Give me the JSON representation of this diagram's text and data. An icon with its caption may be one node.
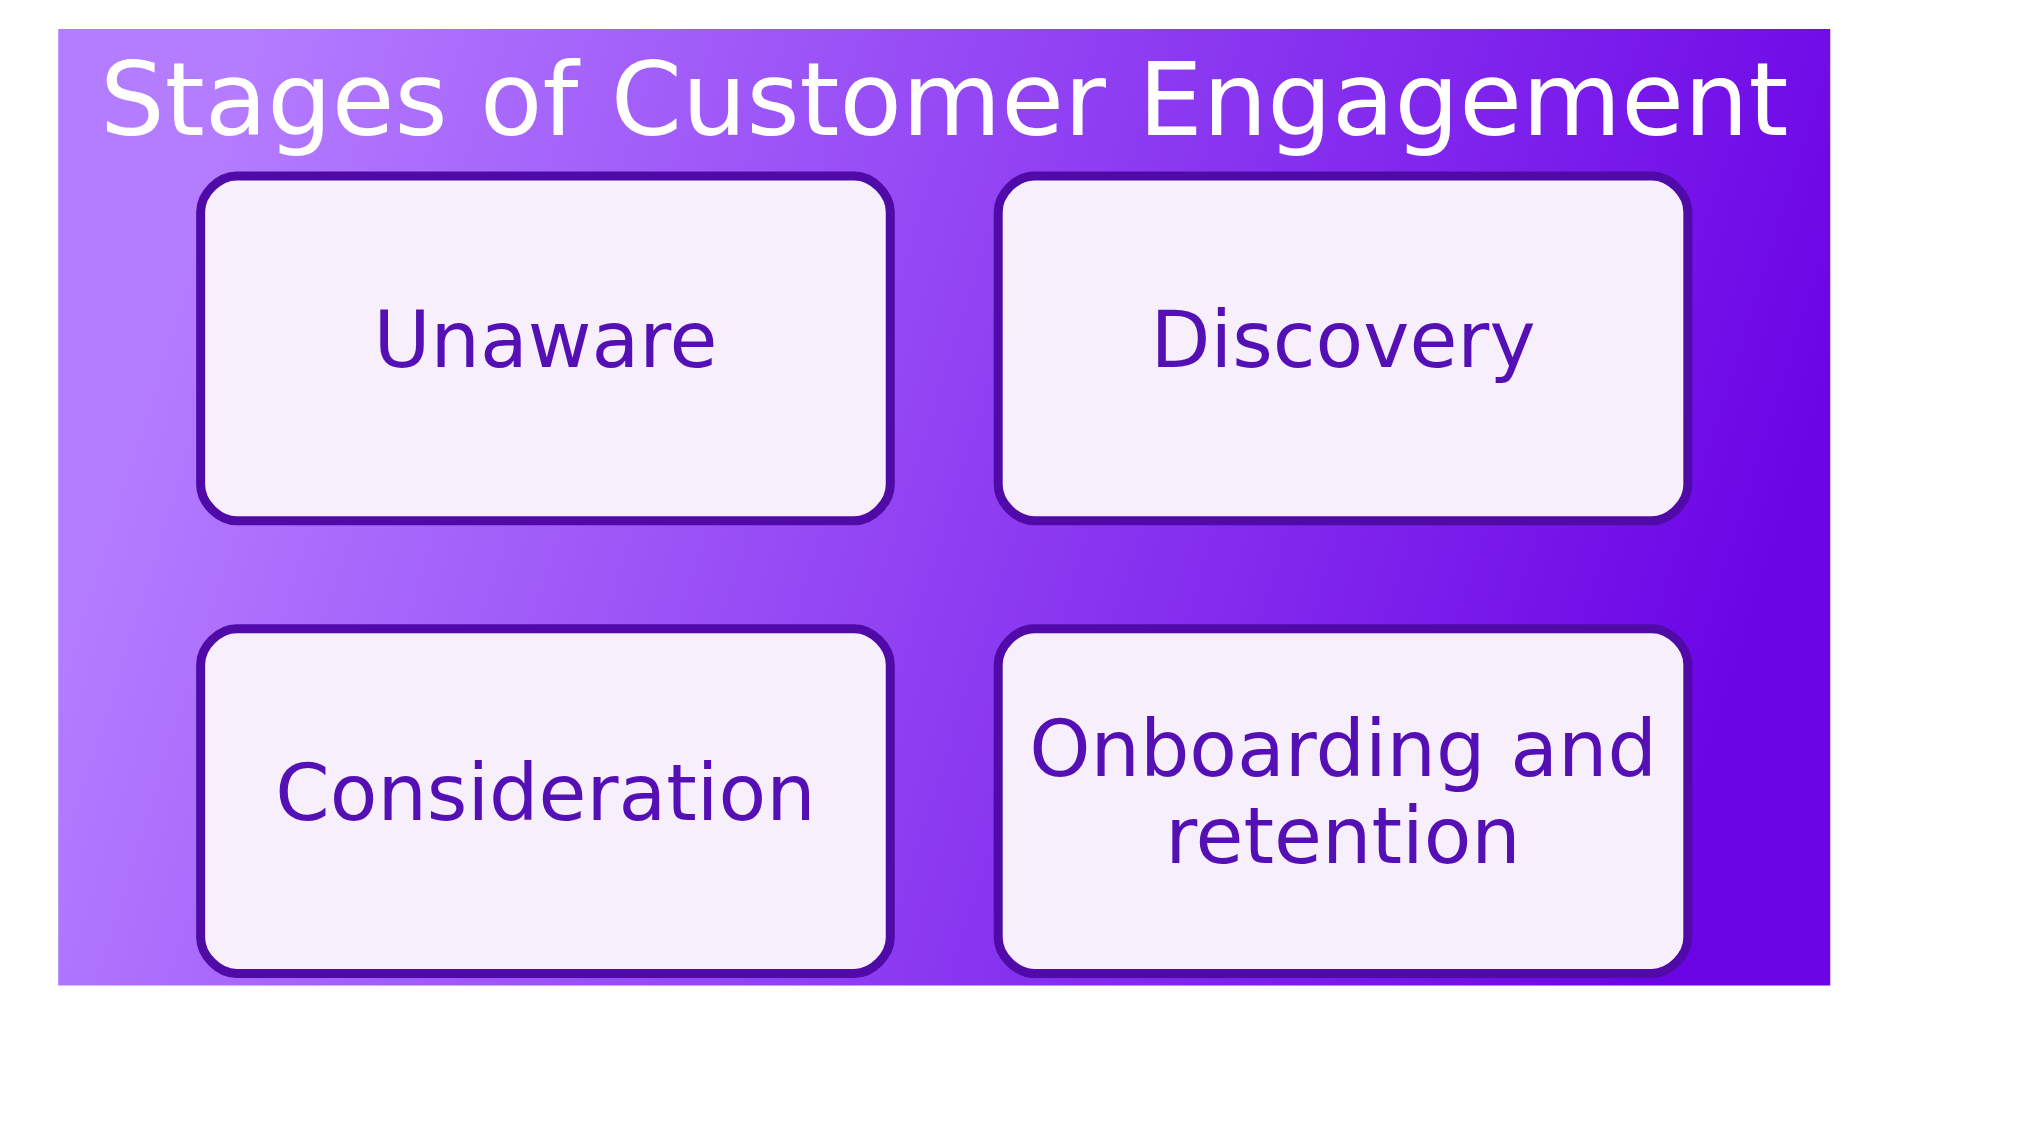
{
  "diagram": {
    "title": "Stages of Customer Engagement",
    "nodes": [
      {
        "text": [
          "Unaware"
        ]
      },
      {
        "text": [
          "Discovery"
        ]
      },
      {
        "text": [
          "Consideration"
        ]
      },
      {
        "text": [
          "Onboarding and retention"
        ]
      }
    ],
    "edges": []
  }
}
